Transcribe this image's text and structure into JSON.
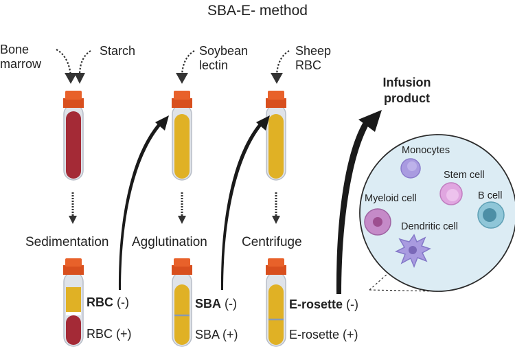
{
  "title": "SBA-E- method",
  "inputs": {
    "bone_marrow": "Bone\nmarrow",
    "starch": "Starch",
    "soybean_lectin": "Soybean\nlectin",
    "sheep_rbc": "Sheep\nRBC"
  },
  "steps": {
    "sedimentation": "Sedimentation",
    "agglutination": "Agglutination",
    "centrifuge": "Centrifuge"
  },
  "fractions": [
    {
      "negative_name": "RBC",
      "negative_sign": " (-)",
      "positive": "RBC (+)"
    },
    {
      "negative_name": "SBA",
      "negative_sign": " (-)",
      "positive": "SBA (+)"
    },
    {
      "negative_name": "E-rosette",
      "negative_sign": " (-)",
      "positive": "E-rosette (+)"
    }
  ],
  "infusion_product": "Infusion\nproduct",
  "cells": {
    "monocytes": "Monocytes",
    "stem_cell": "Stem cell",
    "myeloid_cell": "Myeloid cell",
    "b_cell": "B cell",
    "dendritic_cell": "Dendritic cell"
  },
  "colors": {
    "cap": "#e8612a",
    "blood": "#a42a36",
    "yellow": "#e0b125",
    "glass": "#dfe3e9",
    "circle_bg": "#dcecf4",
    "arrow": "#1a1a1a"
  }
}
